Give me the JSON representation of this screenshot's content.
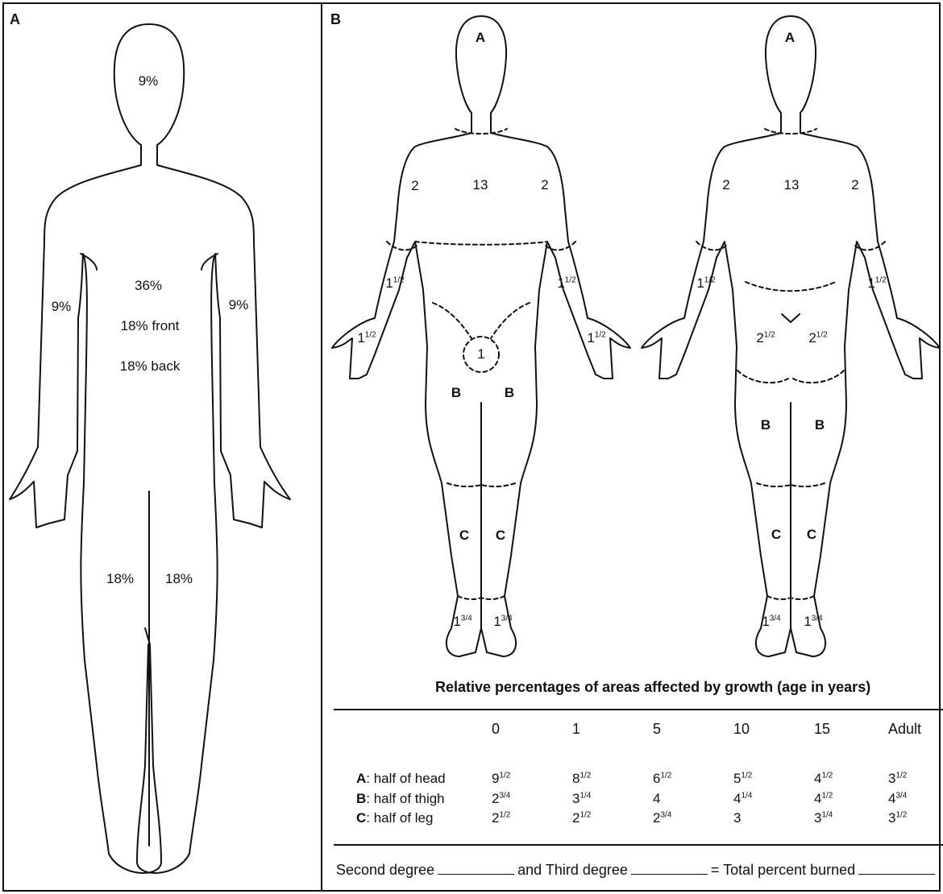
{
  "panels": {
    "a": "A",
    "b": "B"
  },
  "figure_a": {
    "head": "9%",
    "trunk_total": "36%",
    "trunk_front": "18% front",
    "trunk_back": "18% back",
    "arm_left": "9%",
    "arm_right": "9%",
    "leg_left": "18%",
    "leg_right": "18%"
  },
  "figure_b_front": {
    "head": "A",
    "trunk": "13",
    "upper_arm_left": "2",
    "upper_arm_right": "2",
    "forearm_left": "1",
    "forearm_right": "1",
    "hand_left": "1",
    "hand_right": "1",
    "genitals": "1",
    "thigh_left": "B",
    "thigh_right": "B",
    "leg_left": "C",
    "leg_right": "C",
    "foot_left": "1",
    "foot_right": "1",
    "half": "1/2",
    "three_quarter": "3/4"
  },
  "figure_b_back": {
    "head": "A",
    "trunk": "13",
    "upper_arm_left": "2",
    "upper_arm_right": "2",
    "forearm_left": "1",
    "forearm_right": "1",
    "buttock_left": "2",
    "buttock_right": "2",
    "thigh_left": "B",
    "thigh_right": "B",
    "leg_left": "C",
    "leg_right": "C",
    "foot_left": "1",
    "foot_right": "1",
    "half": "1/2",
    "three_quarter": "3/4"
  },
  "growth_table": {
    "caption": "Relative percentages of areas affected by growth (age in years)",
    "columns": [
      "0",
      "1",
      "5",
      "10",
      "15",
      "Adult"
    ],
    "rows": [
      {
        "key": "A",
        "label": ": half of head",
        "values": [
          {
            "w": "9",
            "f": "1/2"
          },
          {
            "w": "8",
            "f": "1/2"
          },
          {
            "w": "6",
            "f": "1/2"
          },
          {
            "w": "5",
            "f": "1/2"
          },
          {
            "w": "4",
            "f": "1/2"
          },
          {
            "w": "3",
            "f": "1/2"
          }
        ]
      },
      {
        "key": "B",
        "label": ": half of thigh",
        "values": [
          {
            "w": "2",
            "f": "3/4"
          },
          {
            "w": "3",
            "f": "1/4"
          },
          {
            "w": "4",
            "f": ""
          },
          {
            "w": "4",
            "f": "1/4"
          },
          {
            "w": "4",
            "f": "1/2"
          },
          {
            "w": "4",
            "f": "3/4"
          }
        ]
      },
      {
        "key": "C",
        "label": ": half of leg",
        "values": [
          {
            "w": "2",
            "f": "1/2"
          },
          {
            "w": "2",
            "f": "1/2"
          },
          {
            "w": "2",
            "f": "3/4"
          },
          {
            "w": "3",
            "f": ""
          },
          {
            "w": "3",
            "f": "1/4"
          },
          {
            "w": "3",
            "f": "1/2"
          }
        ]
      }
    ]
  },
  "footer": {
    "second_degree": "Second degree",
    "and_third": "and Third degree",
    "total": "= Total percent burned"
  }
}
